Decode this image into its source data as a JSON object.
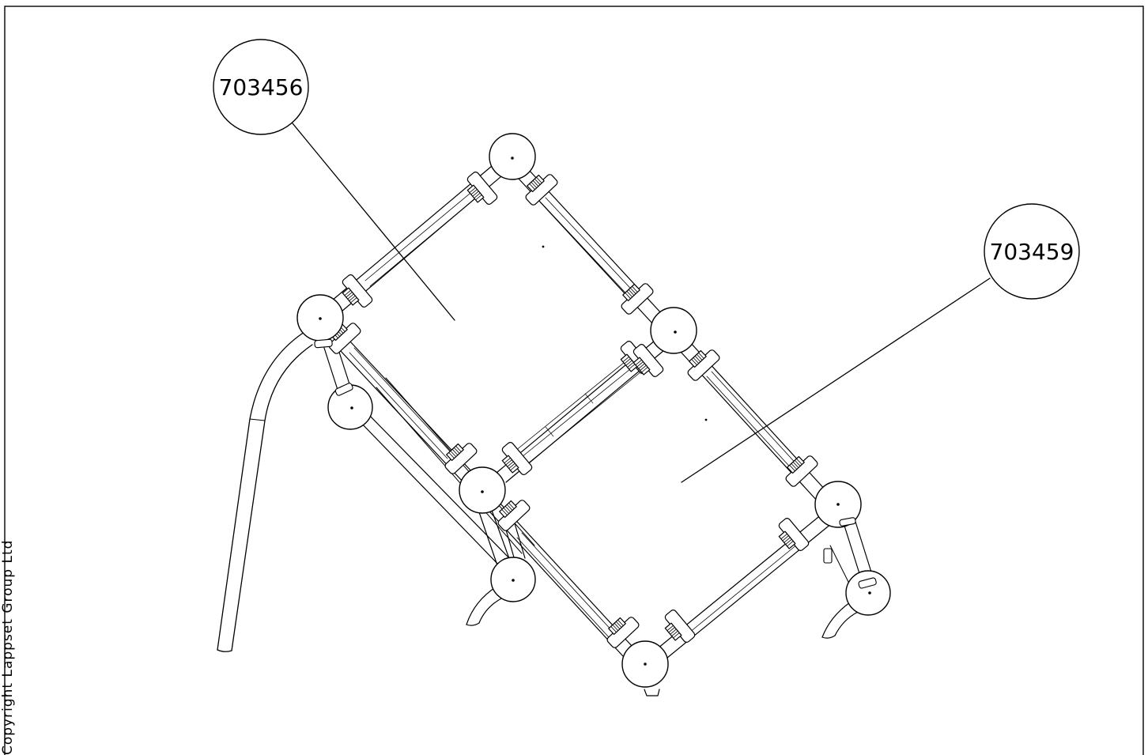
{
  "balloons": [
    {
      "label": "703456"
    },
    {
      "label": "703459"
    }
  ],
  "copyright": "Copyright  Lappset  Group  Ltd",
  "colors": {
    "line": "#000000",
    "background": "#ffffff"
  }
}
